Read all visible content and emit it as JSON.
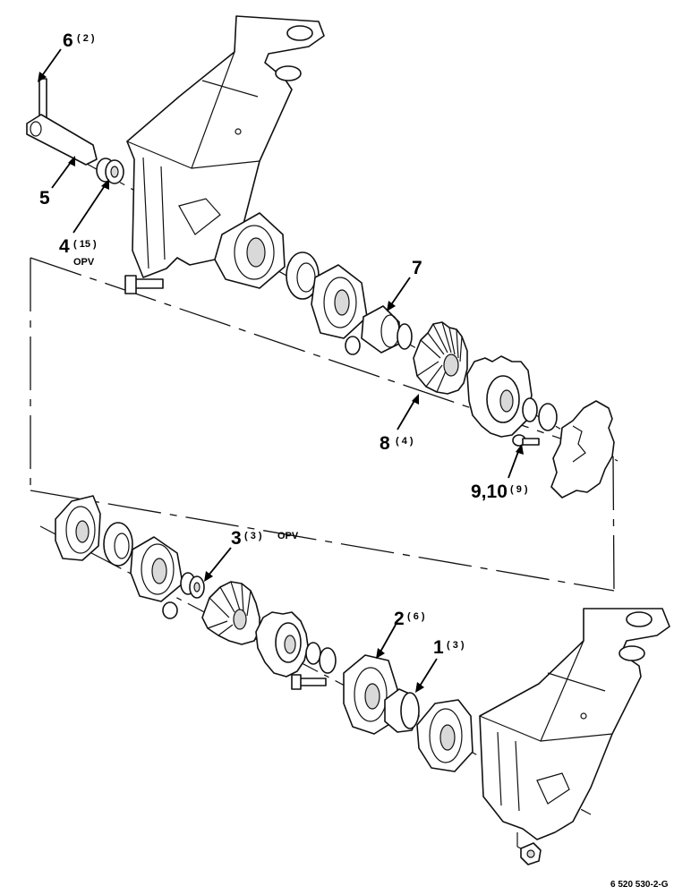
{
  "callouts": [
    {
      "id": "c6",
      "num": "6",
      "qty": "( 2 )",
      "opv": ""
    },
    {
      "id": "c5",
      "num": "5",
      "qty": "",
      "opv": ""
    },
    {
      "id": "c4",
      "num": "4",
      "qty": "( 15 )",
      "opv": "OPV"
    },
    {
      "id": "c7",
      "num": "7",
      "qty": "",
      "opv": ""
    },
    {
      "id": "c8",
      "num": "8",
      "qty": "( 4 )",
      "opv": ""
    },
    {
      "id": "c910",
      "num": "9,10",
      "qty": "( 9 )",
      "opv": ""
    },
    {
      "id": "c3",
      "num": "3",
      "qty": "( 3 )",
      "opv": "OPV"
    },
    {
      "id": "c2",
      "num": "2",
      "qty": "( 6 )",
      "opv": ""
    },
    {
      "id": "c1",
      "num": "1",
      "qty": "( 3 )",
      "opv": ""
    }
  ],
  "drawing_ref": "6 520 530-2-G",
  "icons": [
    "arrow-icon"
  ]
}
